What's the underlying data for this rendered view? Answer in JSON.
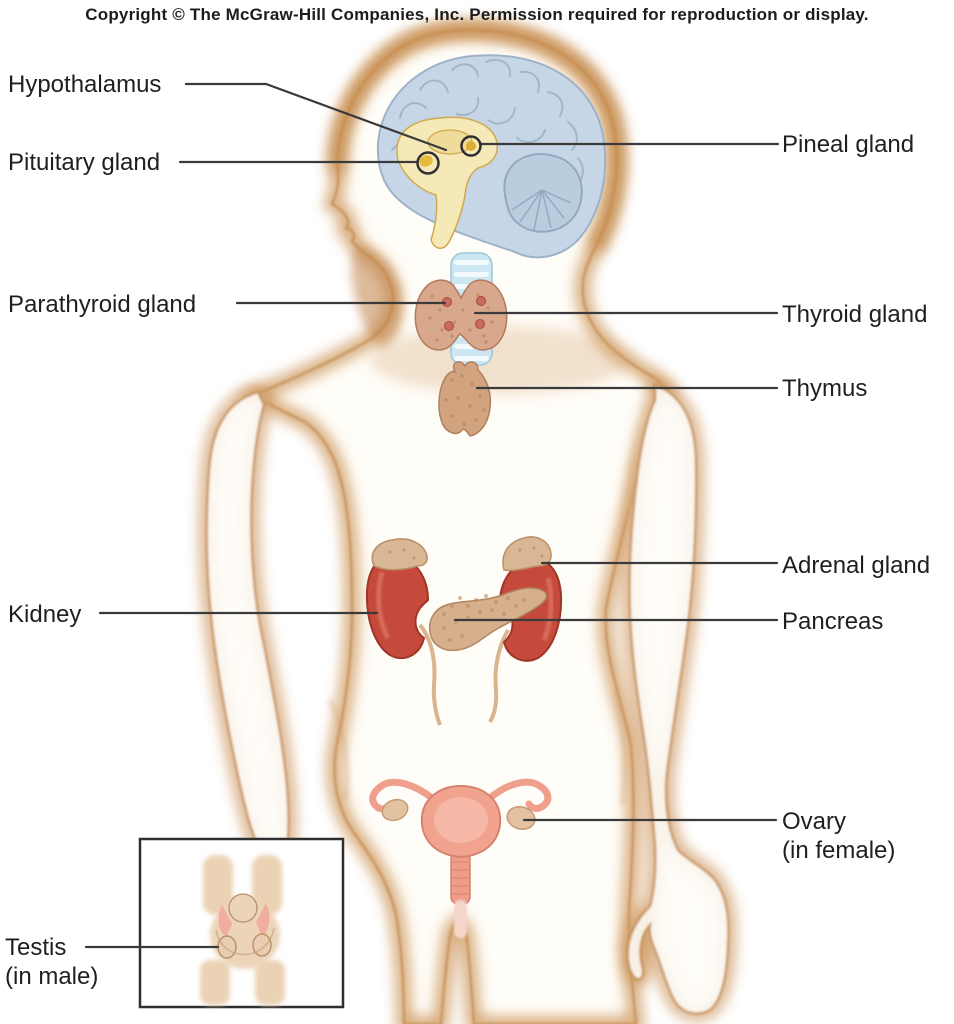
{
  "page": {
    "title": "Endocrine system anatomical diagram",
    "copyright": "Copyright © The McGraw-Hill Companies, Inc. Permission required for reproduction or display."
  },
  "labels": {
    "hypothalamus": {
      "text": "Hypothalamus"
    },
    "pituitary": {
      "text": "Pituitary gland"
    },
    "parathyroid": {
      "text": "Parathyroid gland"
    },
    "kidney": {
      "text": "Kidney"
    },
    "testis": {
      "line1": "Testis",
      "line2": "(in male)"
    },
    "pineal": {
      "text": "Pineal gland"
    },
    "thyroid": {
      "text": "Thyroid gland"
    },
    "thymus": {
      "text": "Thymus"
    },
    "adrenal": {
      "text": "Adrenal gland"
    },
    "pancreas": {
      "text": "Pancreas"
    },
    "ovary": {
      "line1": "Ovary",
      "line2": "(in female)"
    }
  },
  "colors": {
    "skin_edge": "#CF9A60",
    "skin_line": "#C68F55",
    "skin_fill": "#FFFDF8",
    "brain_blue": "#C7D6E6",
    "brain_outline": "#9DB2C8",
    "brainstem_yellow": "#F6E9B8",
    "gland_gold": "#E2B33C",
    "kidney_red": "#C64A3C",
    "organ_tan": "#D6B08C",
    "thyroid_tan": "#D8A88C",
    "parathyroid_red": "#C96A5C",
    "trachea_blue": "#CDE7F2",
    "uterus_pink": "#F2A390",
    "ovary_tan": "#E3C2A2",
    "label_text": "#1F1F1F",
    "leader_line": "#3A3A3A"
  }
}
